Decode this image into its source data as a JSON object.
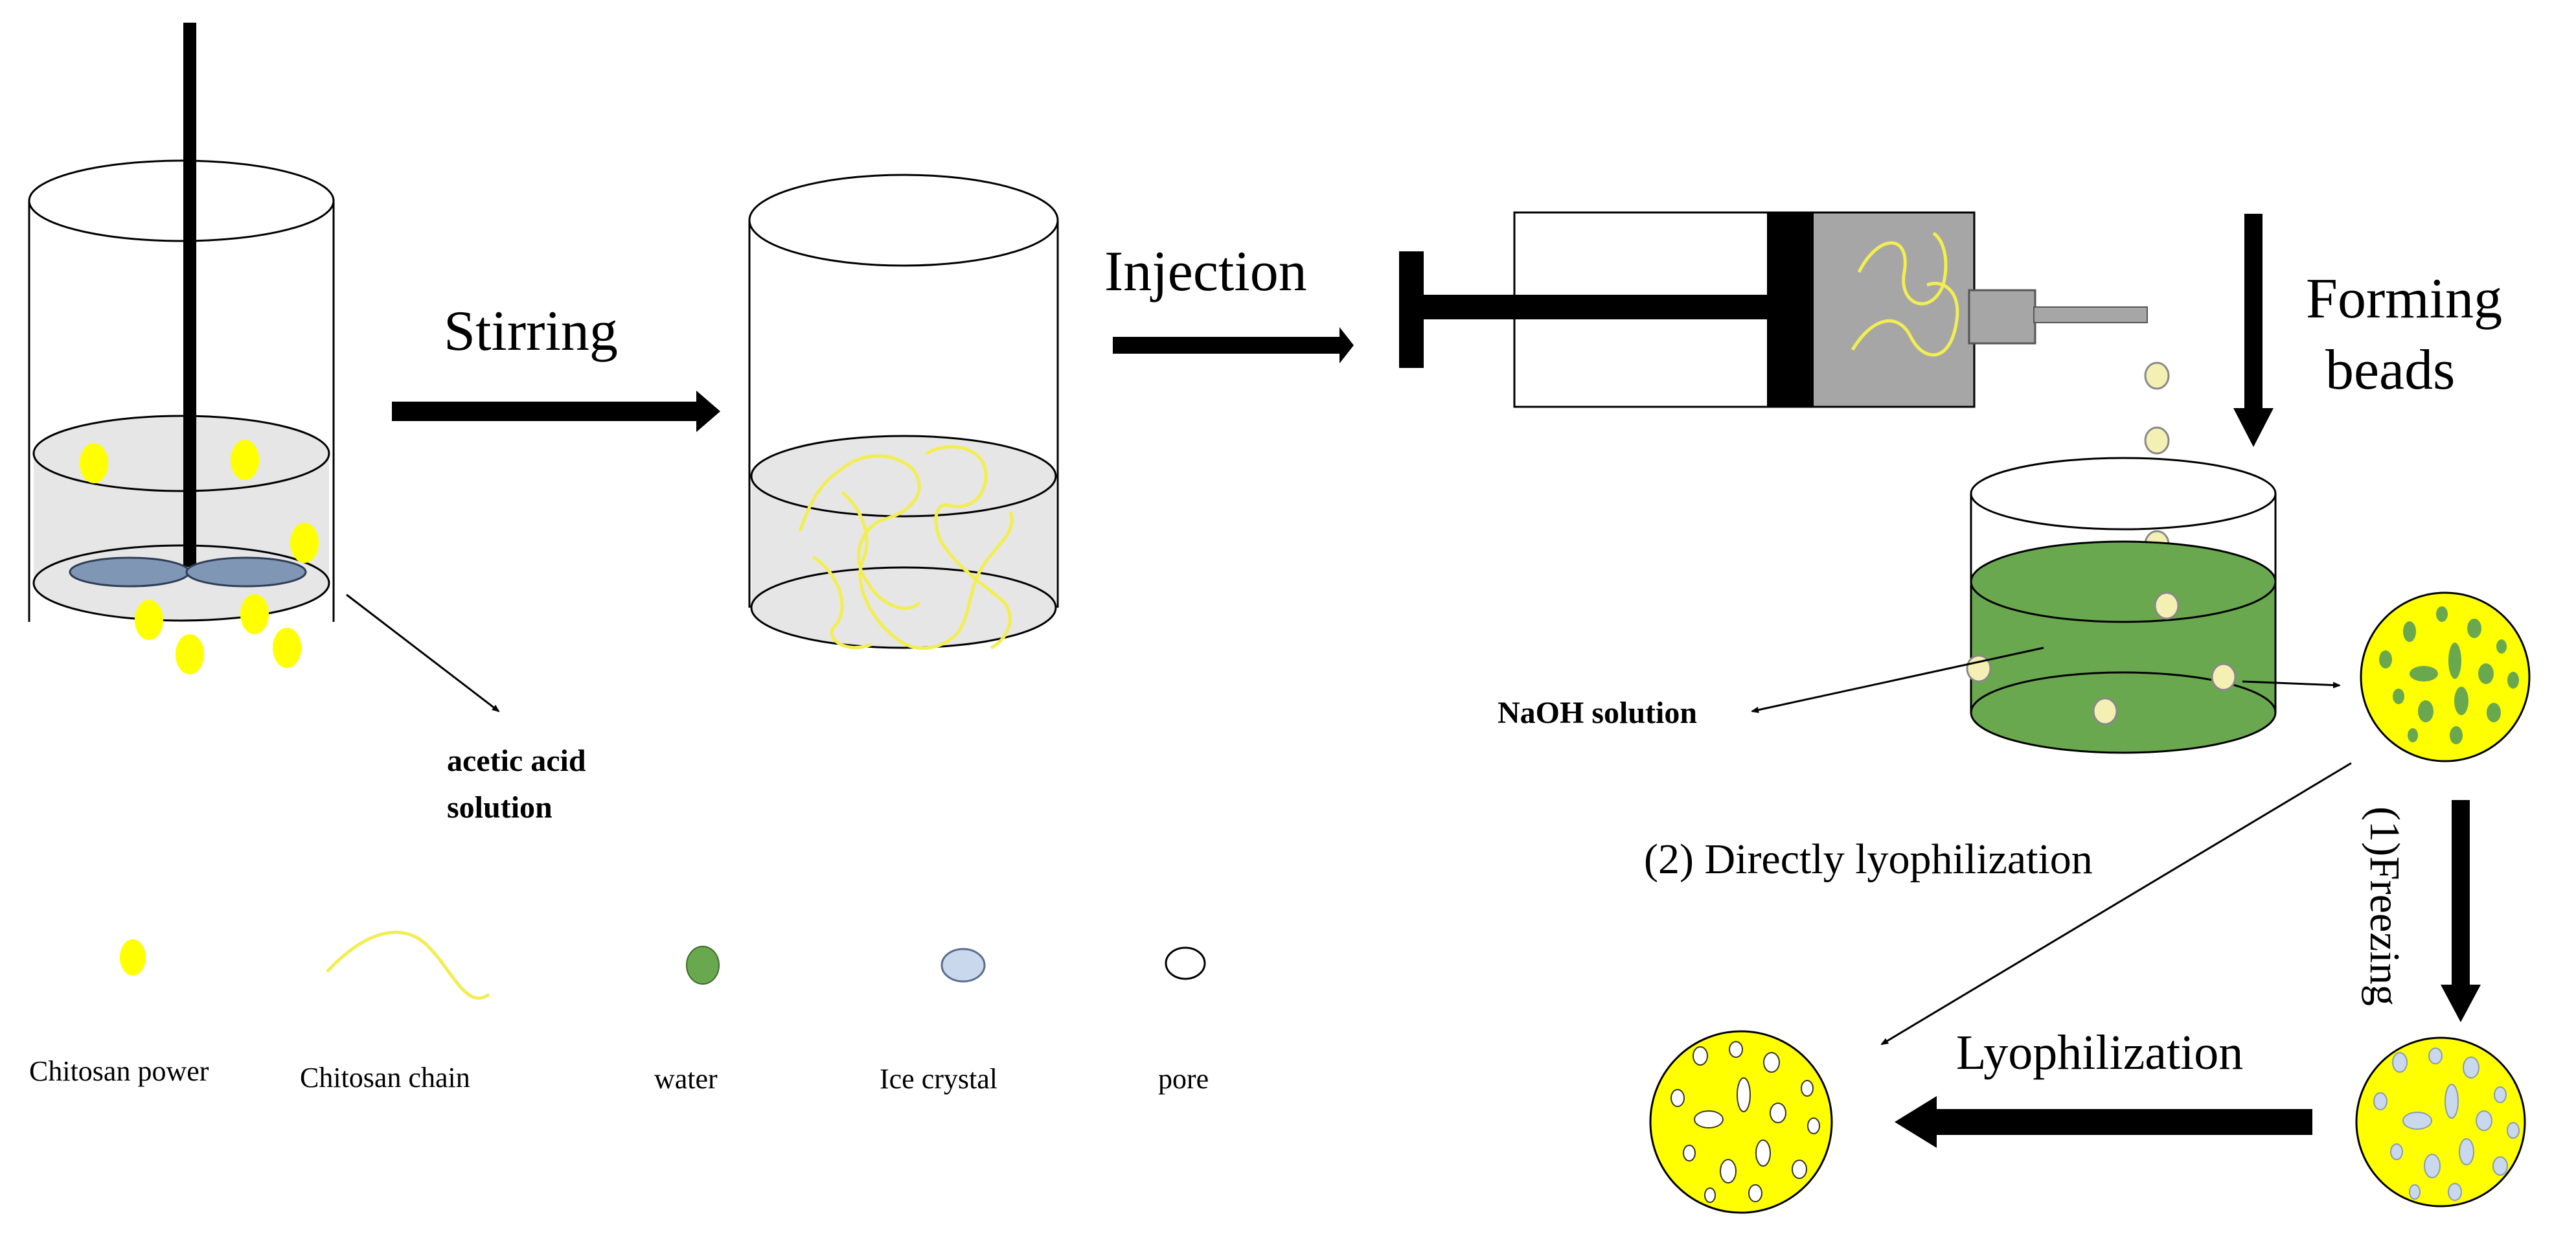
{
  "labels": {
    "stirring": "Stirring",
    "injection": "Injection",
    "forming_line1": "Forming",
    "forming_line2": "beads",
    "acetic_line1": "acetic acid",
    "acetic_line2": "solution",
    "naoh": "NaOH solution",
    "directly": "(2) Directly lyophilization",
    "freezing": "(1)Freezing",
    "lyophilization": "Lyophilization"
  },
  "legend": [
    {
      "label": "Chitosan power",
      "symbol": "yellow-ellipse-icon"
    },
    {
      "label": "Chitosan chain",
      "symbol": "wavy-line-icon"
    },
    {
      "label": "water",
      "symbol": "green-ellipse-icon"
    },
    {
      "label": "Ice crystal",
      "symbol": "light-blue-ellipse-icon"
    },
    {
      "label": "pore",
      "symbol": "white-ellipse-icon"
    }
  ],
  "colors": {
    "chitosan_yellow": "#ffff00",
    "chain_yellow": "#f2ee52",
    "water_green": "#6aa84f",
    "solution_gray": "#e6e6e6",
    "ice_crystal": "#c9d8ec",
    "stirrer_blade": "#7f96b4",
    "syringe_barrel": "#a6a6a6",
    "arrow_black": "#000000"
  }
}
